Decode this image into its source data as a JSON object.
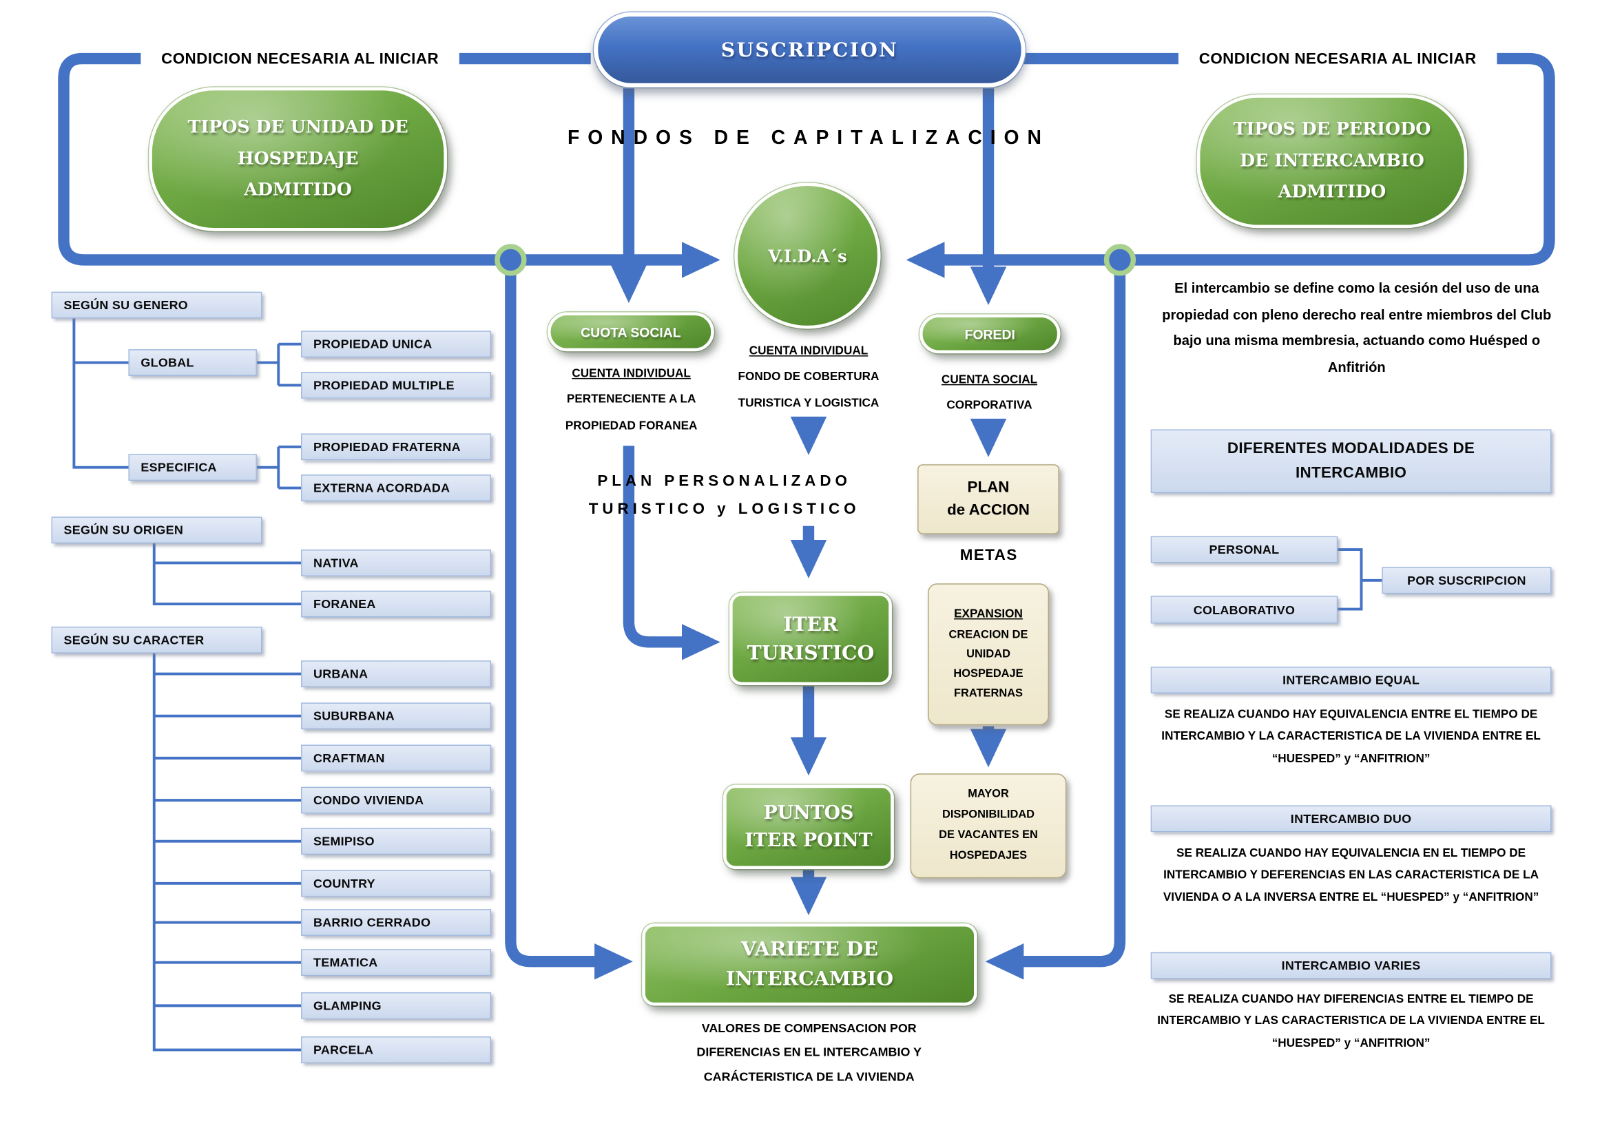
{
  "palette": {
    "arrow_blue": "#4472C4",
    "green_dark": "#4F872A",
    "green_light": "#8FBF63",
    "box_blue_bg": "#D7E1F2",
    "box_blue_border": "#9FB8DD",
    "cream_bg": "#F3EDD6",
    "cream_border": "#B1A77B"
  },
  "top": {
    "condicion_left": "CONDICION NECESARIA AL INICIAR",
    "condicion_right": "CONDICION NECESARIA AL INICIAR",
    "suscripcion": "SUSCRIPCION",
    "fondos": "FONDOS DE CAPITALIZACION",
    "tipos_unidad_lines": [
      "TIPOS DE UNIDAD DE",
      "HOSPEDAJE",
      "ADMITIDO"
    ],
    "tipos_periodo_lines": [
      "TIPOS DE PERIODO",
      "DE INTERCAMBIO",
      "ADMITIDO"
    ],
    "vida": "V.I.D.A´s"
  },
  "center": {
    "cuota_social": "CUOTA SOCIAL",
    "cuota_lines": [
      "CUENTA INDIVIDUAL",
      "PERTENECIENTE A LA",
      "PROPIEDAD FORANEA"
    ],
    "vida_lines": [
      "CUENTA INDIVIDUAL",
      "FONDO DE COBERTURA",
      "TURISTICA Y LOGISTICA"
    ],
    "foredi": "FOREDI",
    "foredi_lines": [
      "CUENTA SOCIAL",
      "CORPORATIVA"
    ],
    "plan_personalizado_lines": [
      "PLAN PERSONALIZADO",
      "TURISTICO y LOGISTICO"
    ],
    "iter_lines": [
      "ITER",
      "TURISTICO"
    ],
    "puntos_lines": [
      "PUNTOS",
      "ITER POINT"
    ],
    "variete_lines": [
      "VARIETE DE",
      "INTERCAMBIO"
    ],
    "valores_lines": [
      "VALORES DE COMPENSACION POR",
      "DIFERENCIAS EN EL INTERCAMBIO Y",
      "CARÁCTERISTICA DE LA VIVIENDA"
    ],
    "plan_accion_lines": [
      "PLAN",
      "de ACCION"
    ],
    "metas": "METAS",
    "expansion_title": "EXPANSION",
    "expansion_lines": [
      "CREACION DE",
      "UNIDAD",
      "HOSPEDAJE",
      "FRATERNAS"
    ],
    "mayor_lines": [
      "MAYOR",
      "DISPONIBILIDAD",
      "DE VACANTES EN",
      "HOSPEDAJES"
    ]
  },
  "left_tree": {
    "genero_header": "SEGÚN SU GENERO",
    "global": "GLOBAL",
    "propiedad_unica": "PROPIEDAD UNICA",
    "propiedad_multiple": "PROPIEDAD MULTIPLE",
    "especifica": "ESPECIFICA",
    "propiedad_fraterna": "PROPIEDAD FRATERNA",
    "externa_acordada": "EXTERNA ACORDADA",
    "origen_header": "SEGÚN SU ORIGEN",
    "nativa": "NATIVA",
    "foranea": "FORANEA",
    "caracter_header": "SEGÚN SU CARACTER",
    "caracter_items": [
      "URBANA",
      "SUBURBANA",
      "CRAFTMAN",
      "CONDO VIVIENDA",
      "SEMIPISO",
      "COUNTRY",
      "BARRIO CERRADO",
      "TEMATICA",
      "GLAMPING",
      "PARCELA"
    ]
  },
  "right_panel": {
    "intro": "El intercambio se define como la cesión del uso de una propiedad con pleno derecho real entre miembros del Club bajo una misma membresia, actuando como Huésped o Anfitrión",
    "modalidades_lines": [
      "DIFERENTES MODALIDADES DE",
      "INTERCAMBIO"
    ],
    "personal": "PERSONAL",
    "colaborativo": "COLABORATIVO",
    "por_suscripcion": "POR SUSCRIPCION",
    "equal_title": "INTERCAMBIO EQUAL",
    "equal_desc": "SE REALIZA CUANDO HAY EQUIVALENCIA ENTRE EL TIEMPO DE INTERCAMBIO Y LA CARACTERISTICA DE LA VIVIENDA ENTRE EL “HUESPED” y “ANFITRION”",
    "duo_title": "INTERCAMBIO DUO",
    "duo_desc": "SE REALIZA CUANDO HAY EQUIVALENCIA EN EL TIEMPO DE INTERCAMBIO Y DEFERENCIAS EN LAS CARACTERISTICA DE LA VIVIENDA O A LA INVERSA ENTRE EL “HUESPED” y “ANFITRION”",
    "varies_title": "INTERCAMBIO VARIES",
    "varies_desc": "SE REALIZA CUANDO HAY DIFERENCIAS ENTRE EL TIEMPO DE INTERCAMBIO Y LAS CARACTERISTICA DE LA VIVIENDA ENTRE EL “HUESPED” y “ANFITRION”"
  }
}
